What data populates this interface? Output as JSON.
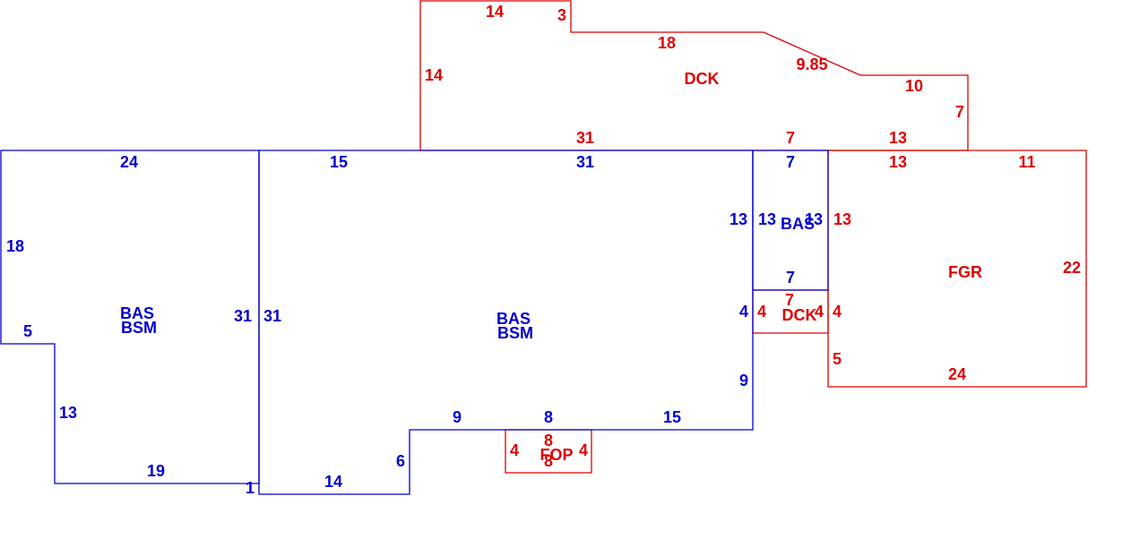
{
  "colors": {
    "blue": "#0000cc",
    "red": "#dd0000",
    "line_blue": "#0000cc",
    "line_red": "#dd0000"
  },
  "areas": [
    {
      "code": "BAS",
      "code2": "BSM",
      "color": "blue"
    },
    {
      "code": "BAS",
      "code2": "BSM",
      "color": "blue"
    },
    {
      "code": "BAS",
      "color": "blue"
    },
    {
      "code": "DCK",
      "color": "red"
    },
    {
      "code": "FGR",
      "color": "red"
    },
    {
      "code": "DCK",
      "color": "red"
    },
    {
      "code": "FOP",
      "color": "red"
    }
  ],
  "dimensions": [
    "14",
    "3",
    "18",
    "9.85",
    "10",
    "7",
    "14",
    "31",
    "7",
    "13",
    "24",
    "15",
    "31",
    "7",
    "13",
    "11",
    "18",
    "5",
    "13",
    "19",
    "1",
    "31",
    "31",
    "14",
    "6",
    "9",
    "8",
    "15",
    "9",
    "13",
    "13",
    "13",
    "13",
    "7",
    "7",
    "4",
    "4",
    "4",
    "4",
    "22",
    "5",
    "24",
    "4",
    "8",
    "8",
    "4"
  ]
}
